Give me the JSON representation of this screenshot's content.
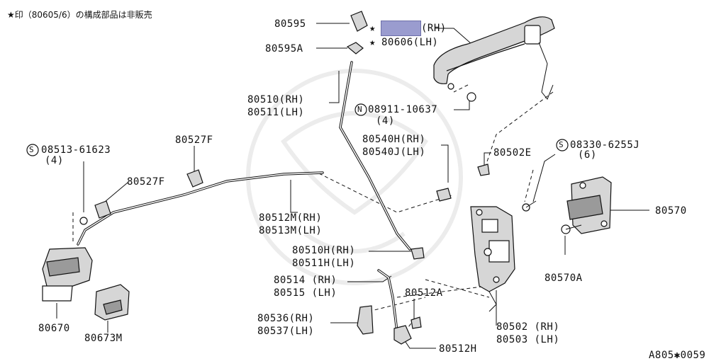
{
  "header_note": "★印（80605/6）の構成部品は非販売",
  "diagram_code": "A805✱0059",
  "callouts": {
    "c80595": "80595",
    "c80595A": "80595A",
    "c80605_rh": "(RH)",
    "c80606_lh": "80606(LH)",
    "c80510_rh": "80510(RH)",
    "c80511_lh": "80511(LH)",
    "c08911": "08911-10637",
    "c08911_qty": "(4)",
    "c80540H_rh": "80540H(RH)",
    "c80540J_lh": "80540J(LH)",
    "c80502E": "80502E",
    "c08330": "08330-6255J",
    "c08330_qty": "(6)",
    "c08513": "08513-61623",
    "c08513_qty": "(4)",
    "c80527F_a": "80527F",
    "c80527F_b": "80527F",
    "c80512M_rh": "80512M(RH)",
    "c80513M_lh": "80513M(LH)",
    "c80510H_rh": "80510H(RH)",
    "c80511H_lh": "80511H(LH)",
    "c80514_rh": "80514 (RH)",
    "c80515_lh": "80515 (LH)",
    "c80512A": "80512A",
    "c80536_rh": "80536(RH)",
    "c80537_lh": "80537(LH)",
    "c80512H": "80512H",
    "c80502_rh": "80502 (RH)",
    "c80503_lh": "80503 (LH)",
    "c80570": "80570",
    "c80570A": "80570A",
    "c80670": "80670",
    "c80673M": "80673M"
  },
  "symbols": {
    "star": "★",
    "nut_mark": "N",
    "screw_mark": "S"
  },
  "colors": {
    "redaction": "#9a9ccf",
    "line": "#111111"
  }
}
